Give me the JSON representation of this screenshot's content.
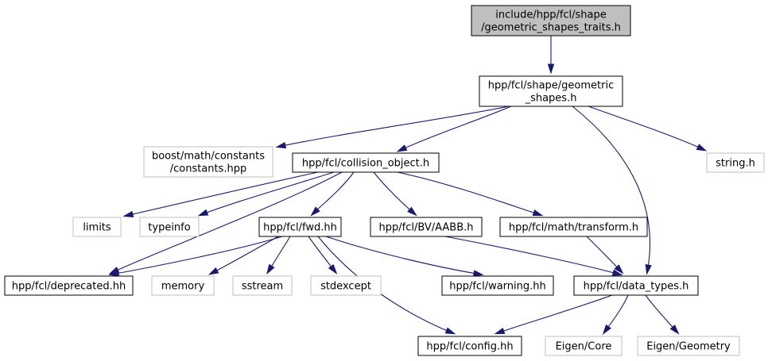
{
  "graph": {
    "nodes": [
      {
        "id": "root",
        "kind": "root",
        "lines": [
          "include/hpp/fcl/shape",
          "/geometric_shapes_traits.h"
        ]
      },
      {
        "id": "geometric_shapes",
        "kind": "file",
        "lines": [
          "hpp/fcl/shape/geometric",
          "_shapes.h"
        ]
      },
      {
        "id": "boost_constants",
        "kind": "external",
        "lines": [
          "boost/math/constants",
          "/constants.hpp"
        ]
      },
      {
        "id": "collision_object",
        "kind": "file",
        "lines": [
          "hpp/fcl/collision_object.h"
        ]
      },
      {
        "id": "string_h",
        "kind": "external",
        "lines": [
          "string.h"
        ]
      },
      {
        "id": "limits",
        "kind": "external",
        "lines": [
          "limits"
        ]
      },
      {
        "id": "typeinfo",
        "kind": "external",
        "lines": [
          "typeinfo"
        ]
      },
      {
        "id": "fwd",
        "kind": "file",
        "lines": [
          "hpp/fcl/fwd.hh"
        ]
      },
      {
        "id": "aabb",
        "kind": "file",
        "lines": [
          "hpp/fcl/BV/AABB.h"
        ]
      },
      {
        "id": "transform",
        "kind": "file",
        "lines": [
          "hpp/fcl/math/transform.h"
        ]
      },
      {
        "id": "deprecated",
        "kind": "file",
        "lines": [
          "hpp/fcl/deprecated.hh"
        ]
      },
      {
        "id": "memory",
        "kind": "external",
        "lines": [
          "memory"
        ]
      },
      {
        "id": "sstream",
        "kind": "external",
        "lines": [
          "sstream"
        ]
      },
      {
        "id": "stdexcept",
        "kind": "external",
        "lines": [
          "stdexcept"
        ]
      },
      {
        "id": "warning",
        "kind": "file",
        "lines": [
          "hpp/fcl/warning.hh"
        ]
      },
      {
        "id": "data_types",
        "kind": "file",
        "lines": [
          "hpp/fcl/data_types.h"
        ]
      },
      {
        "id": "config",
        "kind": "file",
        "lines": [
          "hpp/fcl/config.hh"
        ]
      },
      {
        "id": "eigen_core",
        "kind": "external",
        "lines": [
          "Eigen/Core"
        ]
      },
      {
        "id": "eigen_geometry",
        "kind": "external",
        "lines": [
          "Eigen/Geometry"
        ]
      }
    ],
    "edges": [
      {
        "from": "root",
        "to": "geometric_shapes"
      },
      {
        "from": "geometric_shapes",
        "to": "boost_constants"
      },
      {
        "from": "geometric_shapes",
        "to": "collision_object"
      },
      {
        "from": "geometric_shapes",
        "to": "string_h"
      },
      {
        "from": "geometric_shapes",
        "to": "data_types"
      },
      {
        "from": "collision_object",
        "to": "limits"
      },
      {
        "from": "collision_object",
        "to": "typeinfo"
      },
      {
        "from": "collision_object",
        "to": "deprecated"
      },
      {
        "from": "collision_object",
        "to": "fwd"
      },
      {
        "from": "collision_object",
        "to": "aabb"
      },
      {
        "from": "collision_object",
        "to": "transform"
      },
      {
        "from": "fwd",
        "to": "deprecated"
      },
      {
        "from": "fwd",
        "to": "memory"
      },
      {
        "from": "fwd",
        "to": "sstream"
      },
      {
        "from": "fwd",
        "to": "stdexcept"
      },
      {
        "from": "fwd",
        "to": "warning"
      },
      {
        "from": "fwd",
        "to": "config"
      },
      {
        "from": "aabb",
        "to": "data_types"
      },
      {
        "from": "transform",
        "to": "data_types"
      },
      {
        "from": "data_types",
        "to": "config"
      },
      {
        "from": "data_types",
        "to": "eigen_core"
      },
      {
        "from": "data_types",
        "to": "eigen_geometry"
      }
    ]
  },
  "colors": {
    "edge": "#191970",
    "root_fill": "#bfbfbf",
    "file_border": "#000000",
    "external_border": "#bfbfbf"
  }
}
